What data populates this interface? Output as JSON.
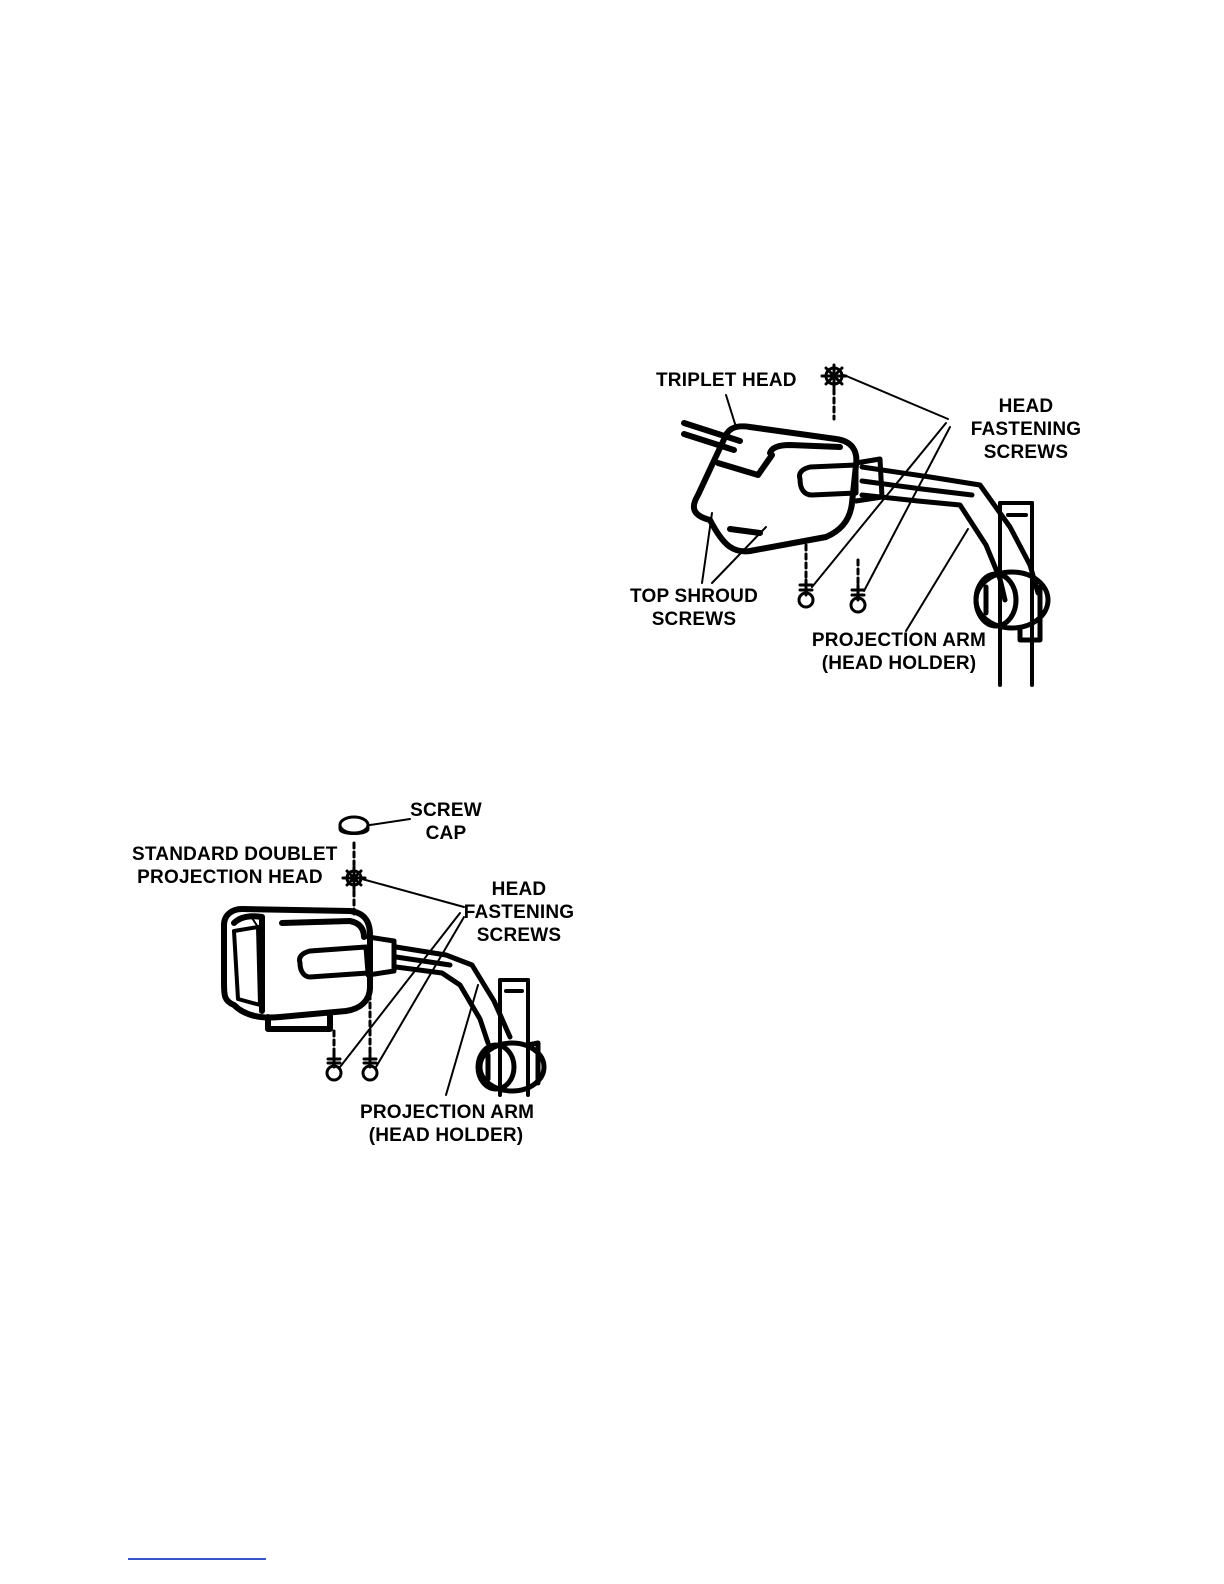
{
  "figure_top": {
    "triplet_head": "TRIPLET HEAD",
    "head_fastening_screws": [
      "HEAD",
      "FASTENING",
      "SCREWS"
    ],
    "top_shroud_screws": [
      "TOP SHROUD",
      "SCREWS"
    ],
    "projection_arm": [
      "PROJECTION ARM",
      "(HEAD HOLDER)"
    ]
  },
  "figure_bottom": {
    "screw_cap": [
      "SCREW",
      "CAP"
    ],
    "standard_doublet": [
      "STANDARD DOUBLET",
      "PROJECTION HEAD"
    ],
    "head_fastening_screws": [
      "HEAD",
      "FASTENING",
      "SCREWS"
    ],
    "projection_arm": [
      "PROJECTION ARM",
      "(HEAD HOLDER)"
    ]
  }
}
